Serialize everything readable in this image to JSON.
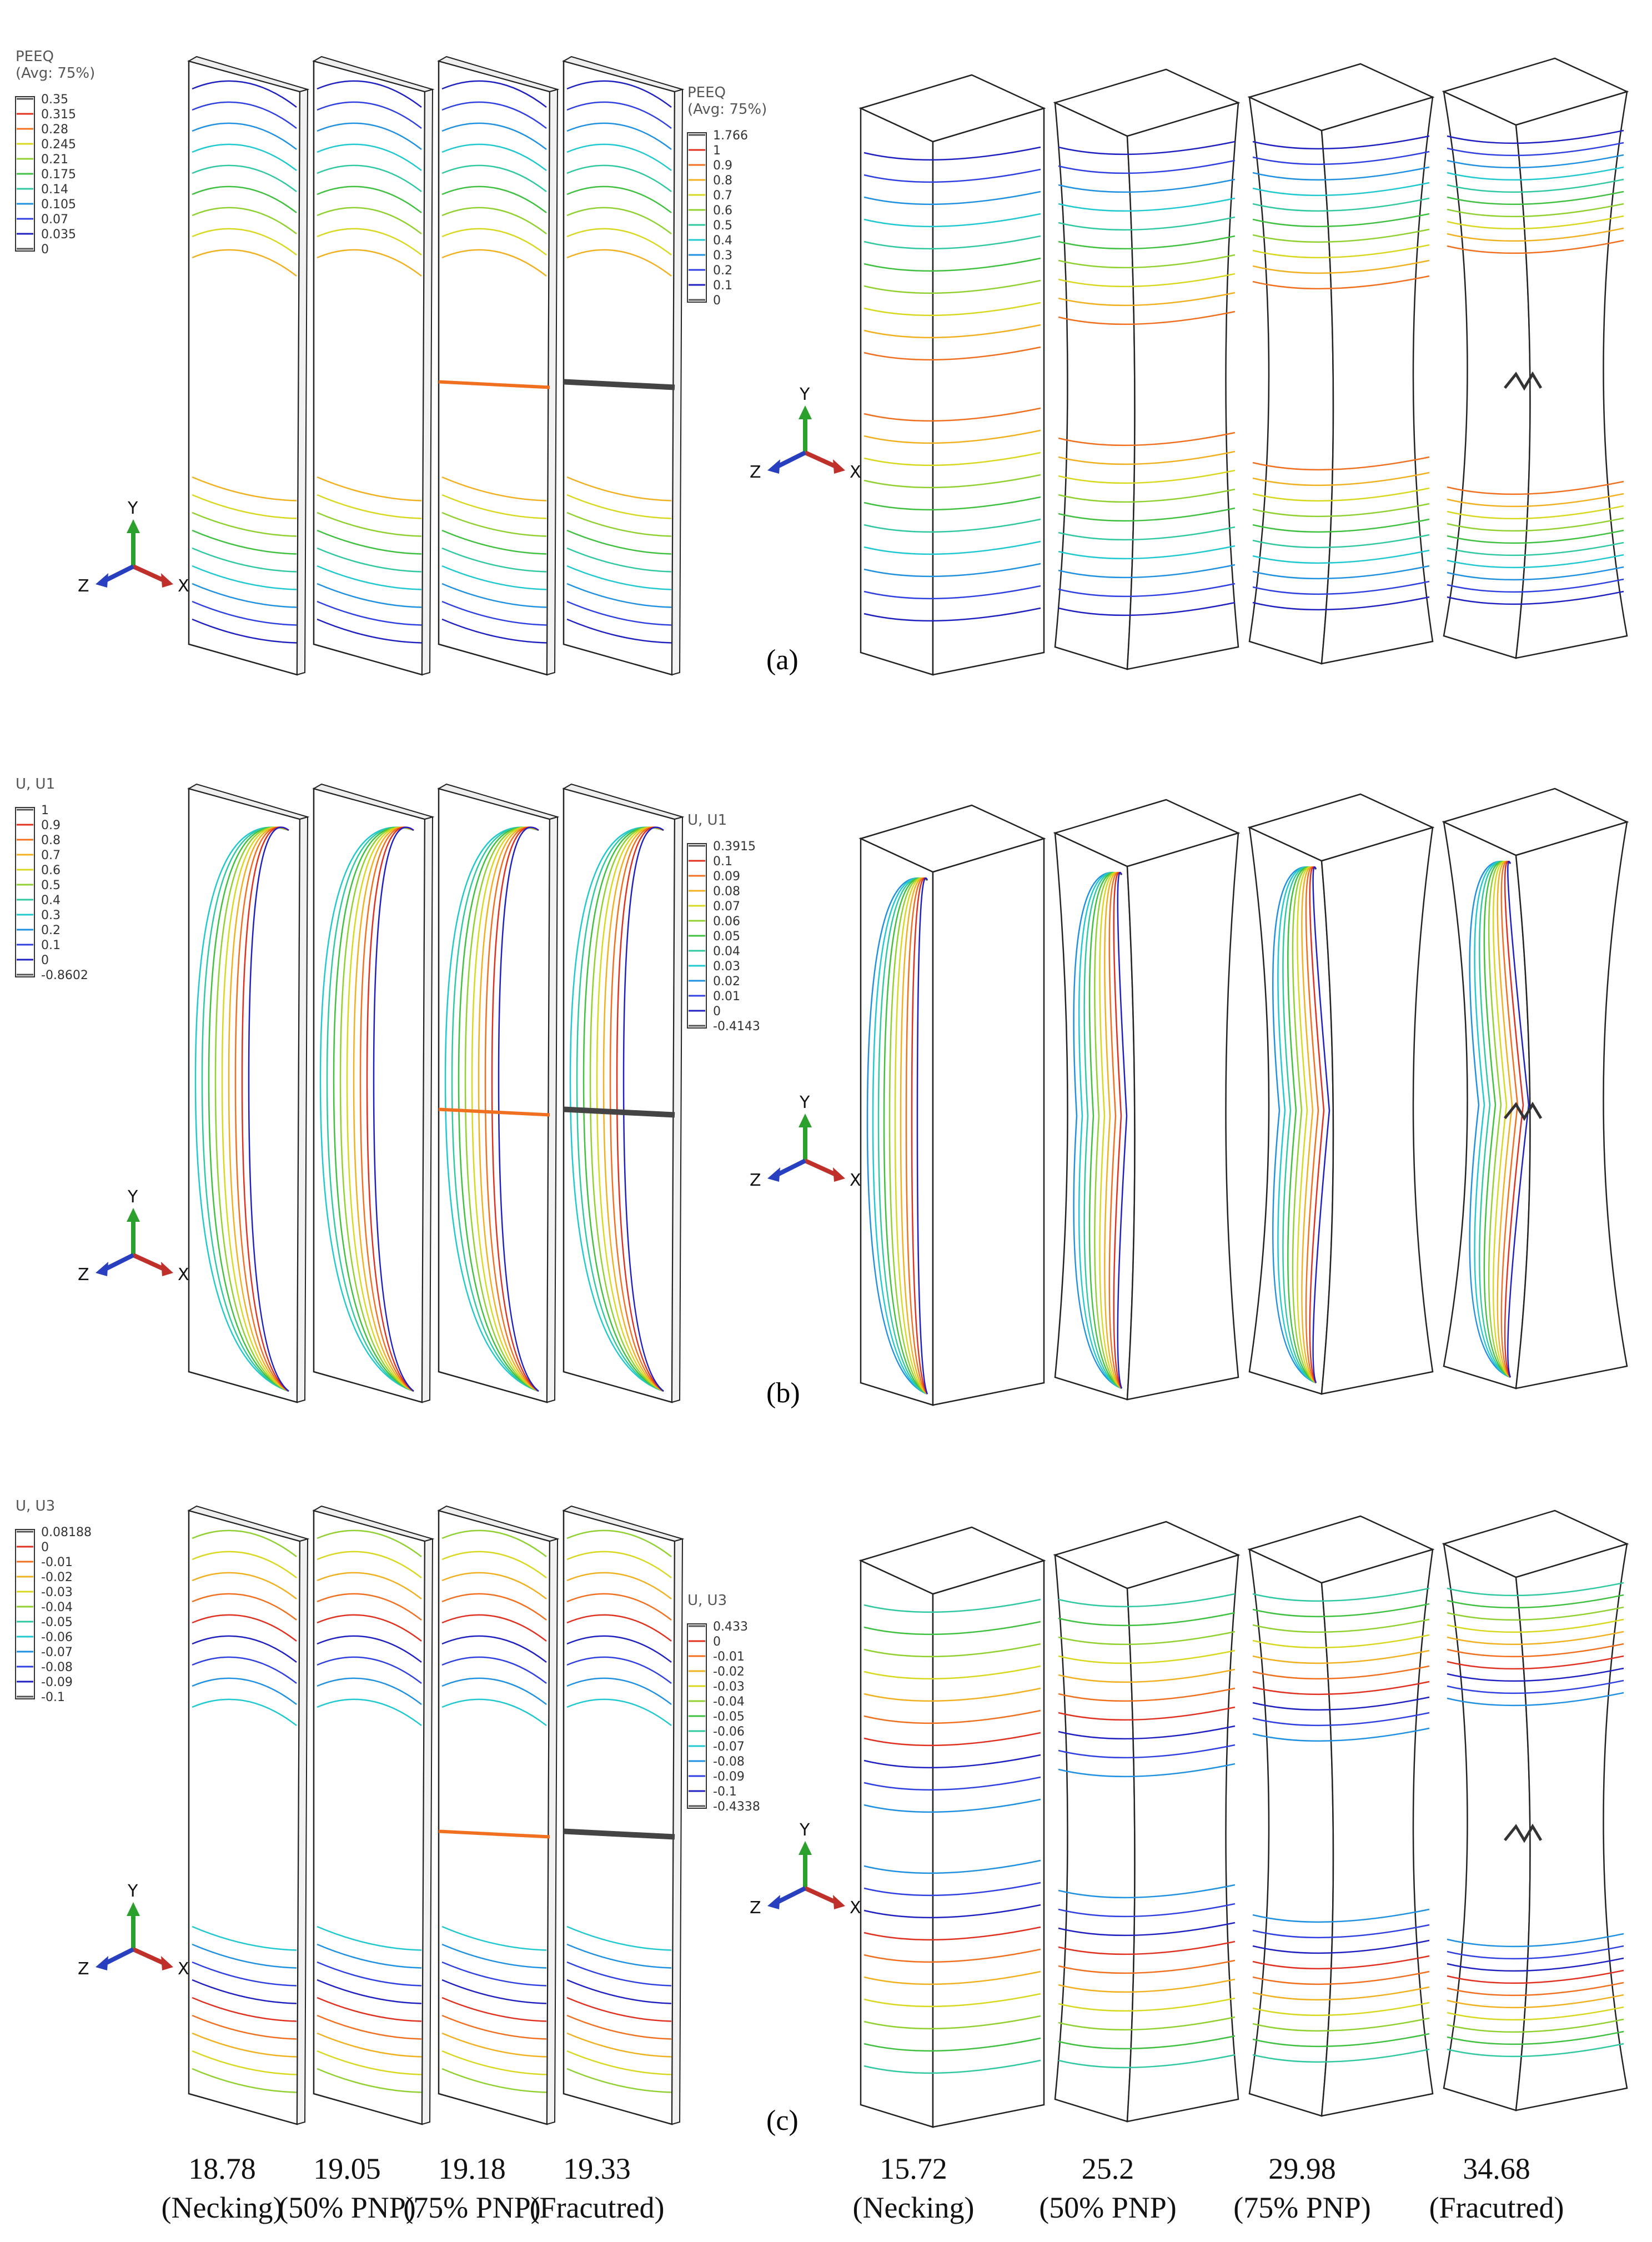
{
  "panels": [
    {
      "caption": "(a)",
      "left_legend": {
        "title": [
          "PEEQ",
          "(Avg: 75%)"
        ],
        "values": [
          "0.35",
          "0.315",
          "0.28",
          "0.245",
          "0.21",
          "0.175",
          "0.14",
          "0.105",
          "0.07",
          "0.035",
          "0"
        ]
      },
      "right_legend": {
        "title": [
          "PEEQ",
          "(Avg: 75%)"
        ],
        "values": [
          "1.766",
          "1",
          "0.9",
          "0.8",
          "0.7",
          "0.6",
          "0.5",
          "0.4",
          "0.3",
          "0.2",
          "0.1",
          "0"
        ]
      }
    },
    {
      "caption": "(b)",
      "left_legend": {
        "title": [
          "U, U1"
        ],
        "values": [
          "1",
          "0.9",
          "0.8",
          "0.7",
          "0.6",
          "0.5",
          "0.4",
          "0.3",
          "0.2",
          "0.1",
          "0",
          "-0.8602"
        ]
      },
      "right_legend": {
        "title": [
          "U, U1"
        ],
        "values": [
          "0.3915",
          "0.1",
          "0.09",
          "0.08",
          "0.07",
          "0.06",
          "0.05",
          "0.04",
          "0.03",
          "0.02",
          "0.01",
          "0",
          "-0.4143"
        ]
      }
    },
    {
      "caption": "(c)",
      "left_legend": {
        "title": [
          "U, U3"
        ],
        "values": [
          "0.08188",
          "0",
          "-0.01",
          "-0.02",
          "-0.03",
          "-0.04",
          "-0.05",
          "-0.06",
          "-0.07",
          "-0.08",
          "-0.09",
          "-0.1"
        ]
      },
      "right_legend": {
        "title": [
          "U, U3"
        ],
        "values": [
          "0.433",
          "0",
          "-0.01",
          "-0.02",
          "-0.03",
          "-0.04",
          "-0.05",
          "-0.06",
          "-0.07",
          "-0.08",
          "-0.09",
          "-0.1",
          "-0.4338"
        ]
      }
    }
  ],
  "triad": {
    "x": "X",
    "y": "Y",
    "z": "Z"
  },
  "bottom_labels": {
    "left": [
      {
        "value": "18.78",
        "stage": "(Necking)"
      },
      {
        "value": "19.05",
        "stage": "(50% PNP)"
      },
      {
        "value": "19.18",
        "stage": "(75% PNP)"
      },
      {
        "value": "19.33",
        "stage": "(Fracutred)"
      }
    ],
    "right": [
      {
        "value": "15.72",
        "stage": "(Necking)"
      },
      {
        "value": "25.2",
        "stage": "(50% PNP)"
      },
      {
        "value": "29.98",
        "stage": "(75% PNP)"
      },
      {
        "value": "34.68",
        "stage": "(Fracutred)"
      }
    ]
  },
  "colors": {
    "contour_scale": [
      "#2020c0",
      "#3040e0",
      "#2090e0",
      "#20c8d0",
      "#30c8a0",
      "#40c040",
      "#90d030",
      "#d8d820",
      "#f0b020",
      "#f07020",
      "#e03020"
    ],
    "outline": "#222222",
    "triad_x": "#c0302a",
    "triad_y": "#2ca02c",
    "triad_z": "#2840c0"
  }
}
